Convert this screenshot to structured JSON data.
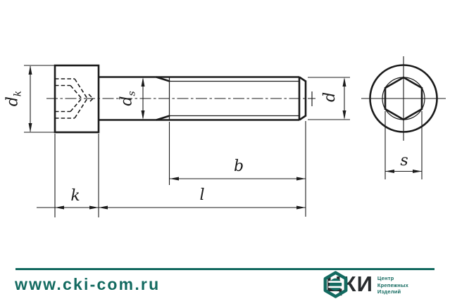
{
  "page": {
    "background": "#ffffff",
    "line_color": "#1b1b1b",
    "accent_teal": "#136a60"
  },
  "drawing": {
    "subject": "socket-head-cap-screw-technical-drawing",
    "views": [
      "side-view",
      "end-view-with-hex-socket"
    ],
    "dimension_labels": {
      "head_diameter": {
        "base": "d",
        "sub": "k"
      },
      "shank_diameter": {
        "base": "d",
        "sub": "s"
      },
      "thread_diameter": {
        "base": "d",
        "sub": ""
      },
      "thread_length": {
        "base": "b",
        "sub": ""
      },
      "total_length": {
        "base": "l",
        "sub": ""
      },
      "head_height": {
        "base": "k",
        "sub": ""
      },
      "socket_width": {
        "base": "s",
        "sub": ""
      }
    }
  },
  "footer": {
    "website": "www.cki-com.ru",
    "logo": {
      "acronym": "ЦКИ",
      "tagline_lines": [
        "Центр",
        "Крепежных",
        "Изделий"
      ],
      "icon": "hex-socket-logo-icon"
    }
  }
}
